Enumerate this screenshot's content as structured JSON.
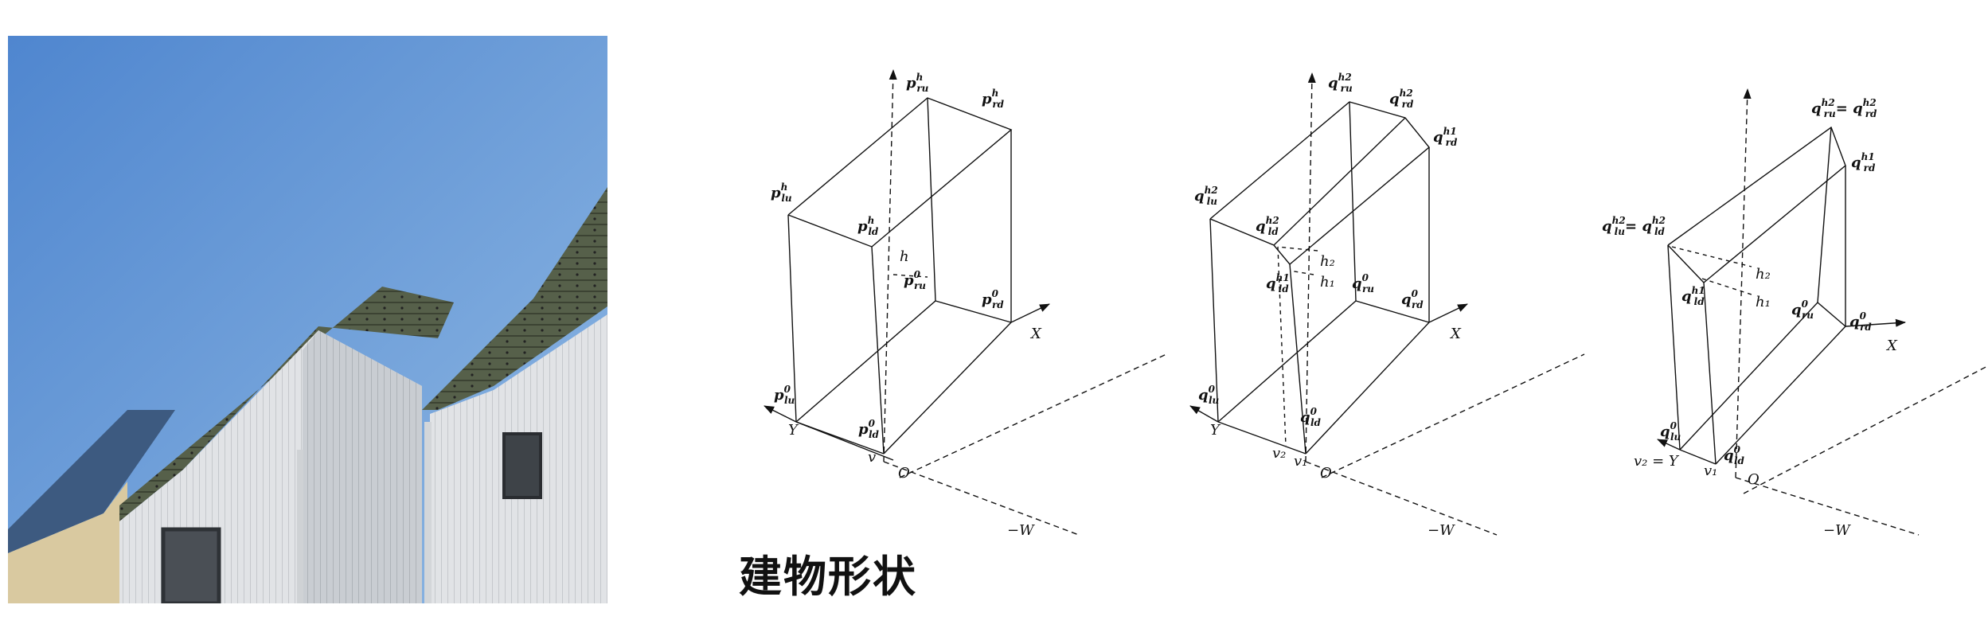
{
  "caption": "建物形状",
  "photo": {
    "colors": {
      "sky_top": "#4f86cf",
      "sky_bottom": "#8fb8e3",
      "roof": "#56604a",
      "siding": "#e4e6e8"
    }
  },
  "diagrams": [
    {
      "id": "box",
      "labels": {
        "p_ru": "p",
        "p_ru_sup": "h",
        "p_ru_sub": "ru",
        "p_rd": "p",
        "p_rd_sup": "h",
        "p_rd_sub": "rd",
        "p_lu": "p",
        "p_lu_sup": "h",
        "p_lu_sub": "lu",
        "p_ld": "p",
        "p_ld_sup": "h",
        "p_ld_sub": "ld",
        "p_ru0": "p",
        "p_ru0_sup": "0",
        "p_ru0_sub": "ru",
        "p_rd0": "p",
        "p_rd0_sup": "0",
        "p_rd0_sub": "rd",
        "p_lu0": "p",
        "p_lu0_sup": "0",
        "p_lu0_sub": "lu",
        "p_ld0": "p",
        "p_ld0_sup": "0",
        "p_ld0_sub": "ld",
        "h": "h",
        "v": "v",
        "O": "O",
        "X": "X",
        "Y": "Y",
        "W": "−W"
      }
    },
    {
      "id": "gable",
      "labels": {
        "q_ru": "q",
        "q_ru_sup": "h2",
        "q_ru_sub": "ru",
        "q_rd": "q",
        "q_rd_sup": "h2",
        "q_rd_sub": "rd",
        "q_rd1": "q",
        "q_rd1_sup": "h1",
        "q_rd1_sub": "rd",
        "q_lu": "q",
        "q_lu_sup": "h2",
        "q_lu_sub": "lu",
        "q_ld2": "q",
        "q_ld2_sup": "h2",
        "q_ld2_sub": "ld",
        "q_ld1": "q",
        "q_ld1_sup": "h1",
        "q_ld1_sub": "ld",
        "q_ru0": "q",
        "q_ru0_sup": "0",
        "q_ru0_sub": "ru",
        "q_rd0": "q",
        "q_rd0_sup": "0",
        "q_rd0_sub": "rd",
        "q_lu0": "q",
        "q_lu0_sup": "0",
        "q_lu0_sub": "lu",
        "q_ld0": "q",
        "q_ld0_sup": "0",
        "q_ld0_sub": "ld",
        "h2": "h₂",
        "h1": "h₁",
        "v2": "v₂",
        "v1": "v₁",
        "O": "O",
        "X": "X",
        "Y": "Y",
        "W": "−W"
      }
    },
    {
      "id": "shed",
      "labels": {
        "q_top": "q",
        "q_top_sup": "h2",
        "q_top_sub": "ru",
        "q_top_eq": "= q",
        "q_top_sup2": "h2",
        "q_top_sub2": "rd",
        "q_rd1": "q",
        "q_rd1_sup": "h1",
        "q_rd1_sub": "rd",
        "q_left": "q",
        "q_left_sup": "h2",
        "q_left_sub": "lu",
        "q_left_eq": "= q",
        "q_left_sup2": "h2",
        "q_left_sub2": "ld",
        "q_ld1": "q",
        "q_ld1_sup": "h1",
        "q_ld1_sub": "ld",
        "q_ru0": "q",
        "q_ru0_sup": "0",
        "q_ru0_sub": "ru",
        "q_rd0": "q",
        "q_rd0_sup": "0",
        "q_rd0_sub": "rd",
        "q_lu0": "q",
        "q_lu0_sup": "0",
        "q_lu0_sub": "lu",
        "q_ld0": "q",
        "q_ld0_sup": "0",
        "q_ld0_sub": "ld",
        "h2": "h₂",
        "h1": "h₁",
        "v2eq": "v₂ = Y",
        "v1": "v₁",
        "O": "O",
        "X": "X",
        "W": "−W"
      }
    }
  ]
}
